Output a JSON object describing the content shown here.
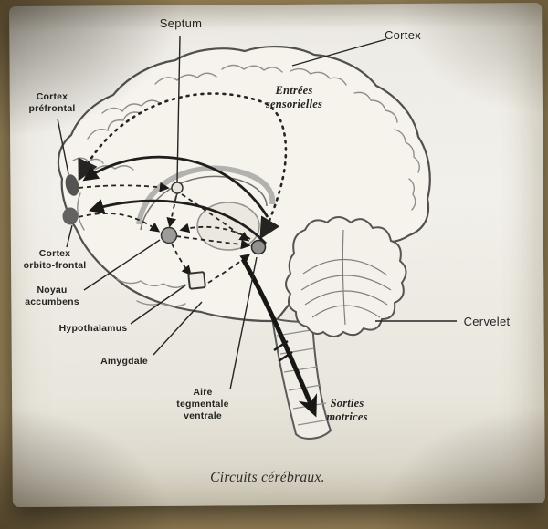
{
  "figure": {
    "caption": "Circuits cérébraux.",
    "labels": {
      "septum": "Septum",
      "cortex": "Cortex",
      "entrees_sensorielles": "Entrées\nsensorielles",
      "cortex_prefrontal": "Cortex\npréfrontal",
      "cortex_orbito_frontal": "Cortex\norbito-frontal",
      "noyau_accumbens": "Noyau\naccumbens",
      "hypothalamus": "Hypothalamus",
      "amygdale": "Amygdale",
      "aire_tegmentale_ventrale": "Aire\ntegmentale\nventrale",
      "sorties_motrices": "Sorties\nmotrices",
      "cervelet": "Cervelet"
    },
    "colors": {
      "ink": "#1c1c1c",
      "page": "#f1efe9",
      "photo_background": "#84714b"
    }
  }
}
